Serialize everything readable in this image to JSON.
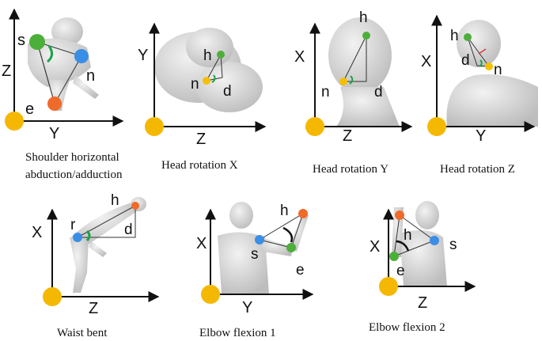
{
  "panels": [
    {
      "caption_lines": [
        "Shoulder horizontal",
        "abduction/adduction"
      ],
      "axis_v": "Z",
      "axis_h": "Y",
      "points": [
        "s",
        "n",
        "e"
      ],
      "colors": {
        "s": "#4caf3a",
        "n": "#3a8ee6",
        "e": "#f06a2a"
      }
    },
    {
      "caption_lines": [
        "Head rotation X"
      ],
      "axis_v": "Y",
      "axis_h": "Z",
      "points": [
        "h",
        "n",
        "d"
      ],
      "colors": {
        "h": "#4caf3a",
        "n": "#f5c000"
      }
    },
    {
      "caption_lines": [
        "Head rotation  Y"
      ],
      "axis_v": "X",
      "axis_h": "Z",
      "points": [
        "h",
        "n",
        "d"
      ],
      "colors": {
        "h": "#4caf3a",
        "n": "#f5c000"
      }
    },
    {
      "caption_lines": [
        "Head rotation  Z"
      ],
      "axis_v": "X",
      "axis_h": "Y",
      "points": [
        "h",
        "d",
        "n"
      ],
      "colors": {
        "h": "#4caf3a",
        "n": "#f5c000"
      }
    },
    {
      "caption_lines": [
        "Waist bent"
      ],
      "axis_v": "X",
      "axis_h": "Z",
      "points": [
        "h",
        "r",
        "d"
      ],
      "colors": {
        "h": "#f06a2a",
        "r": "#3a8ee6"
      }
    },
    {
      "caption_lines": [
        "Elbow flexion 1"
      ],
      "axis_v": "X",
      "axis_h": "Y",
      "points": [
        "h",
        "s",
        "e"
      ],
      "colors": {
        "h": "#f06a2a",
        "s": "#3a8ee6",
        "e": "#4caf3a"
      }
    },
    {
      "caption_lines": [
        "Elbow flexion 2"
      ],
      "axis_v": "X",
      "axis_h": "Z",
      "points": [
        "h",
        "s",
        "e"
      ],
      "colors": {
        "h": "#f06a2a",
        "s": "#3a8ee6",
        "e": "#4caf3a"
      }
    }
  ],
  "colors": {
    "origin": "#f5b800",
    "angle_arc": "#1aa34a",
    "figure": "#d9d9d9"
  }
}
